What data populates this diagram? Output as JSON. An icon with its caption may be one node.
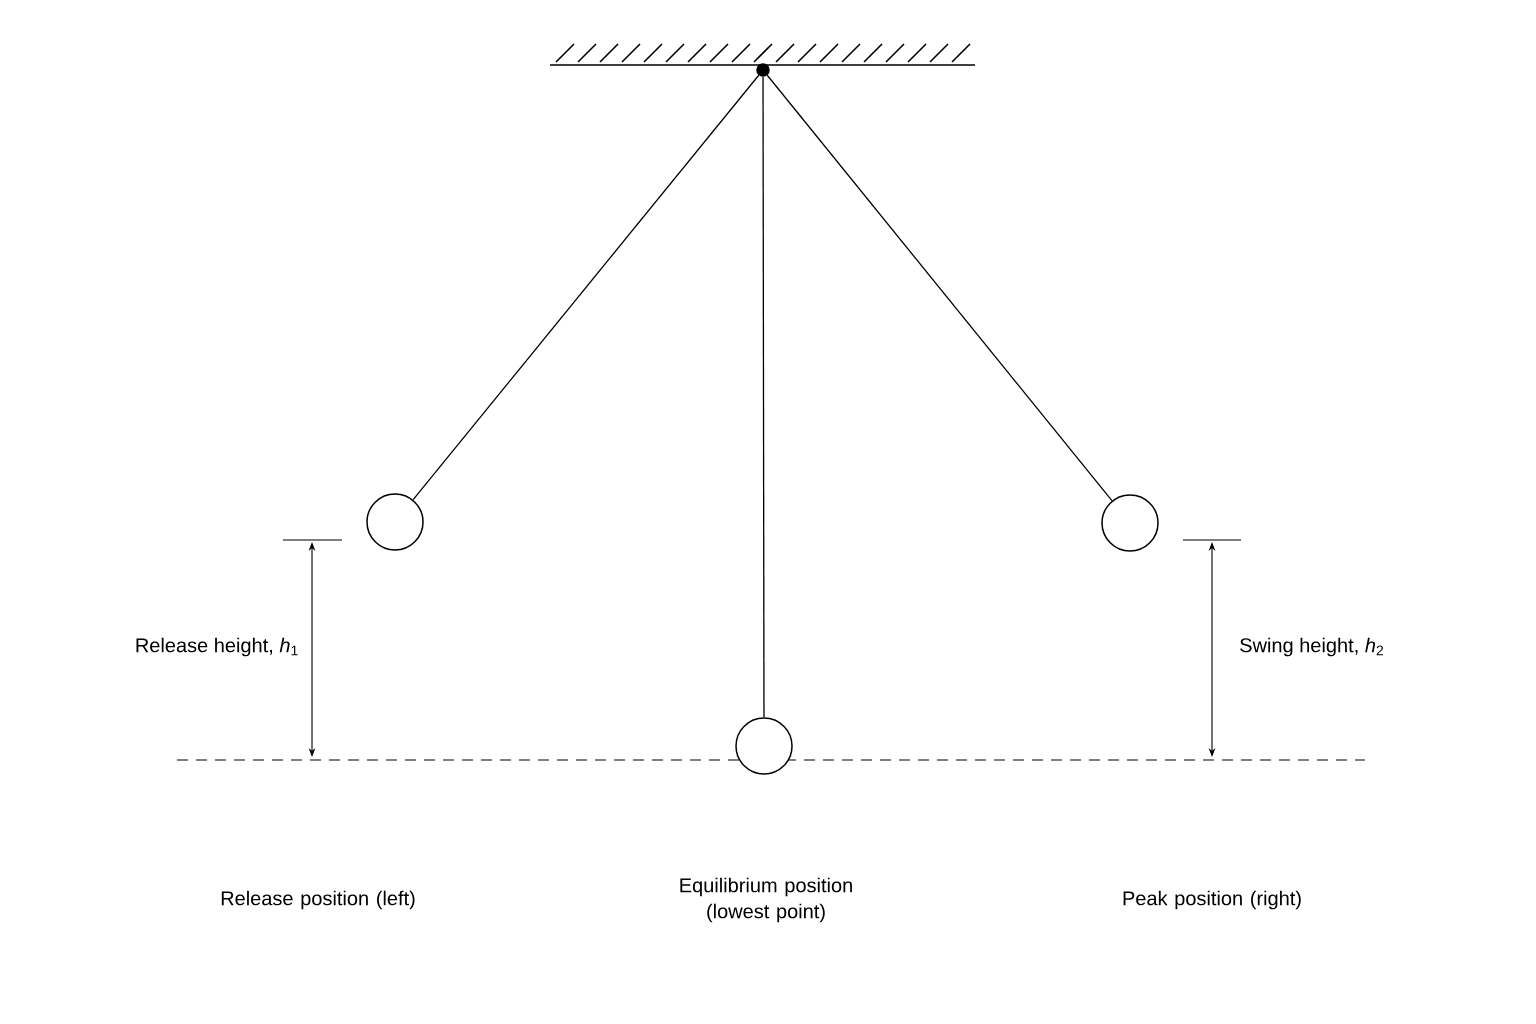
{
  "diagram": {
    "nodes": [
      {
        "text": [],
        "shape": "circle"
      },
      {
        "text": [],
        "shape": "circle"
      },
      {
        "text": [],
        "shape": "circle"
      },
      {
        "text": [],
        "shape": "circle"
      }
    ],
    "edges": [
      {
        "from": 0,
        "to": 1,
        "arrow": "none"
      },
      {
        "from": 0,
        "to": 2,
        "arrow": "none"
      },
      {
        "from": 0,
        "to": 3,
        "arrow": "none"
      }
    ],
    "labels": [
      "Release height, *h*$_{1}$",
      "Swing height, *h*$_{2}$",
      "Release position (left)",
      "Equilibrium position (lowest point)",
      "Peak position (right)"
    ]
  }
}
